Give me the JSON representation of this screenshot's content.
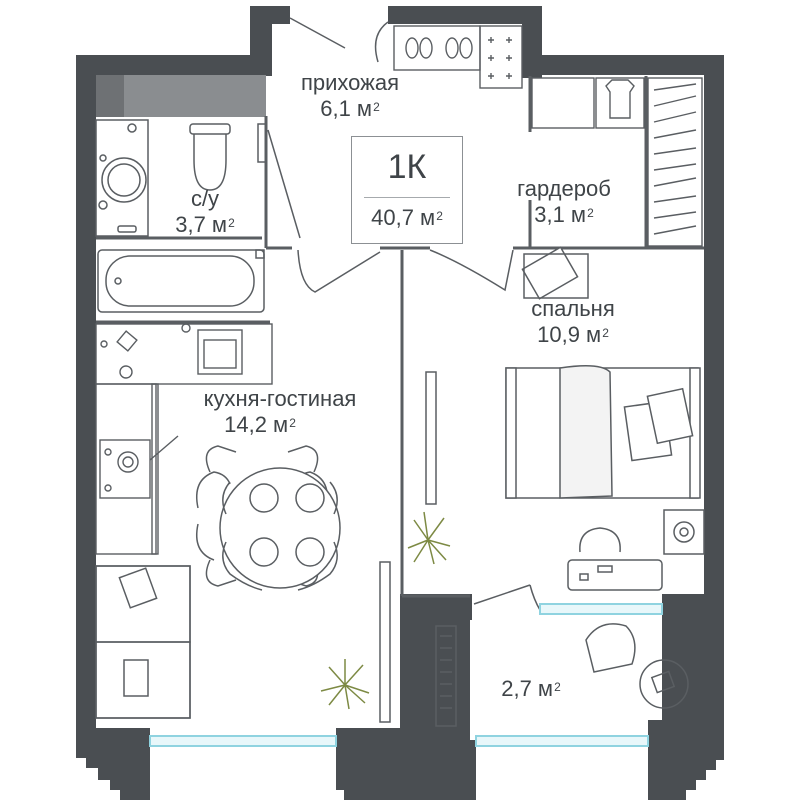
{
  "unit": {
    "type": "1К",
    "total_area": "40,7 м",
    "superscript": "2"
  },
  "rooms": [
    {
      "id": "hallway",
      "name": "прихожая",
      "area": "6,1 м",
      "sup": "2"
    },
    {
      "id": "bathroom",
      "name": "с/у",
      "area": "3,7 м",
      "sup": "2"
    },
    {
      "id": "wardrobe",
      "name": "гардероб",
      "area": "3,1 м",
      "sup": "2"
    },
    {
      "id": "bedroom",
      "name": "спальня",
      "area": "10,9 м",
      "sup": "2"
    },
    {
      "id": "kitchen-living",
      "name": "кухня-гостиная",
      "area": "14,2 м",
      "sup": "2"
    },
    {
      "id": "balcony",
      "name": "",
      "area": "2,7 м",
      "sup": "2"
    }
  ],
  "colors": {
    "wall": "#4a4e52",
    "fixture_stroke": "#5a5e62",
    "window": "#8fd3e0",
    "plant": "#7d8a44",
    "text": "#3f4448"
  }
}
